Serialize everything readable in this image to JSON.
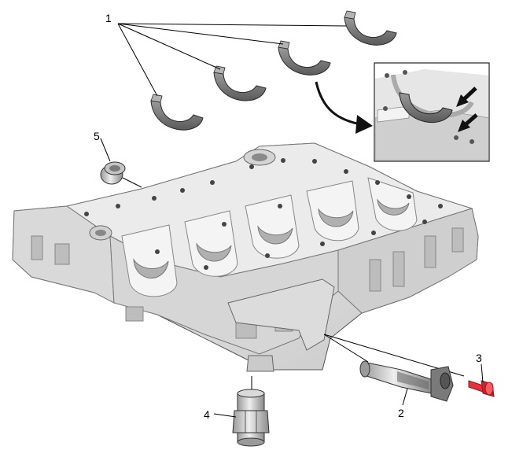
{
  "callouts": [
    {
      "id": "1"
    },
    {
      "id": "2"
    },
    {
      "id": "3"
    },
    {
      "id": "4"
    },
    {
      "id": "5"
    }
  ],
  "colors": {
    "metal": "#e4e4e4",
    "metal_dark": "#bdbdbd",
    "metal_shadow": "#9a9a9a",
    "bearing": "#8a8a8a",
    "bearing_dark": "#5e5e5e",
    "bolt": "#e8323a",
    "outline": "#2a2a2a",
    "arrow": "#111111"
  }
}
